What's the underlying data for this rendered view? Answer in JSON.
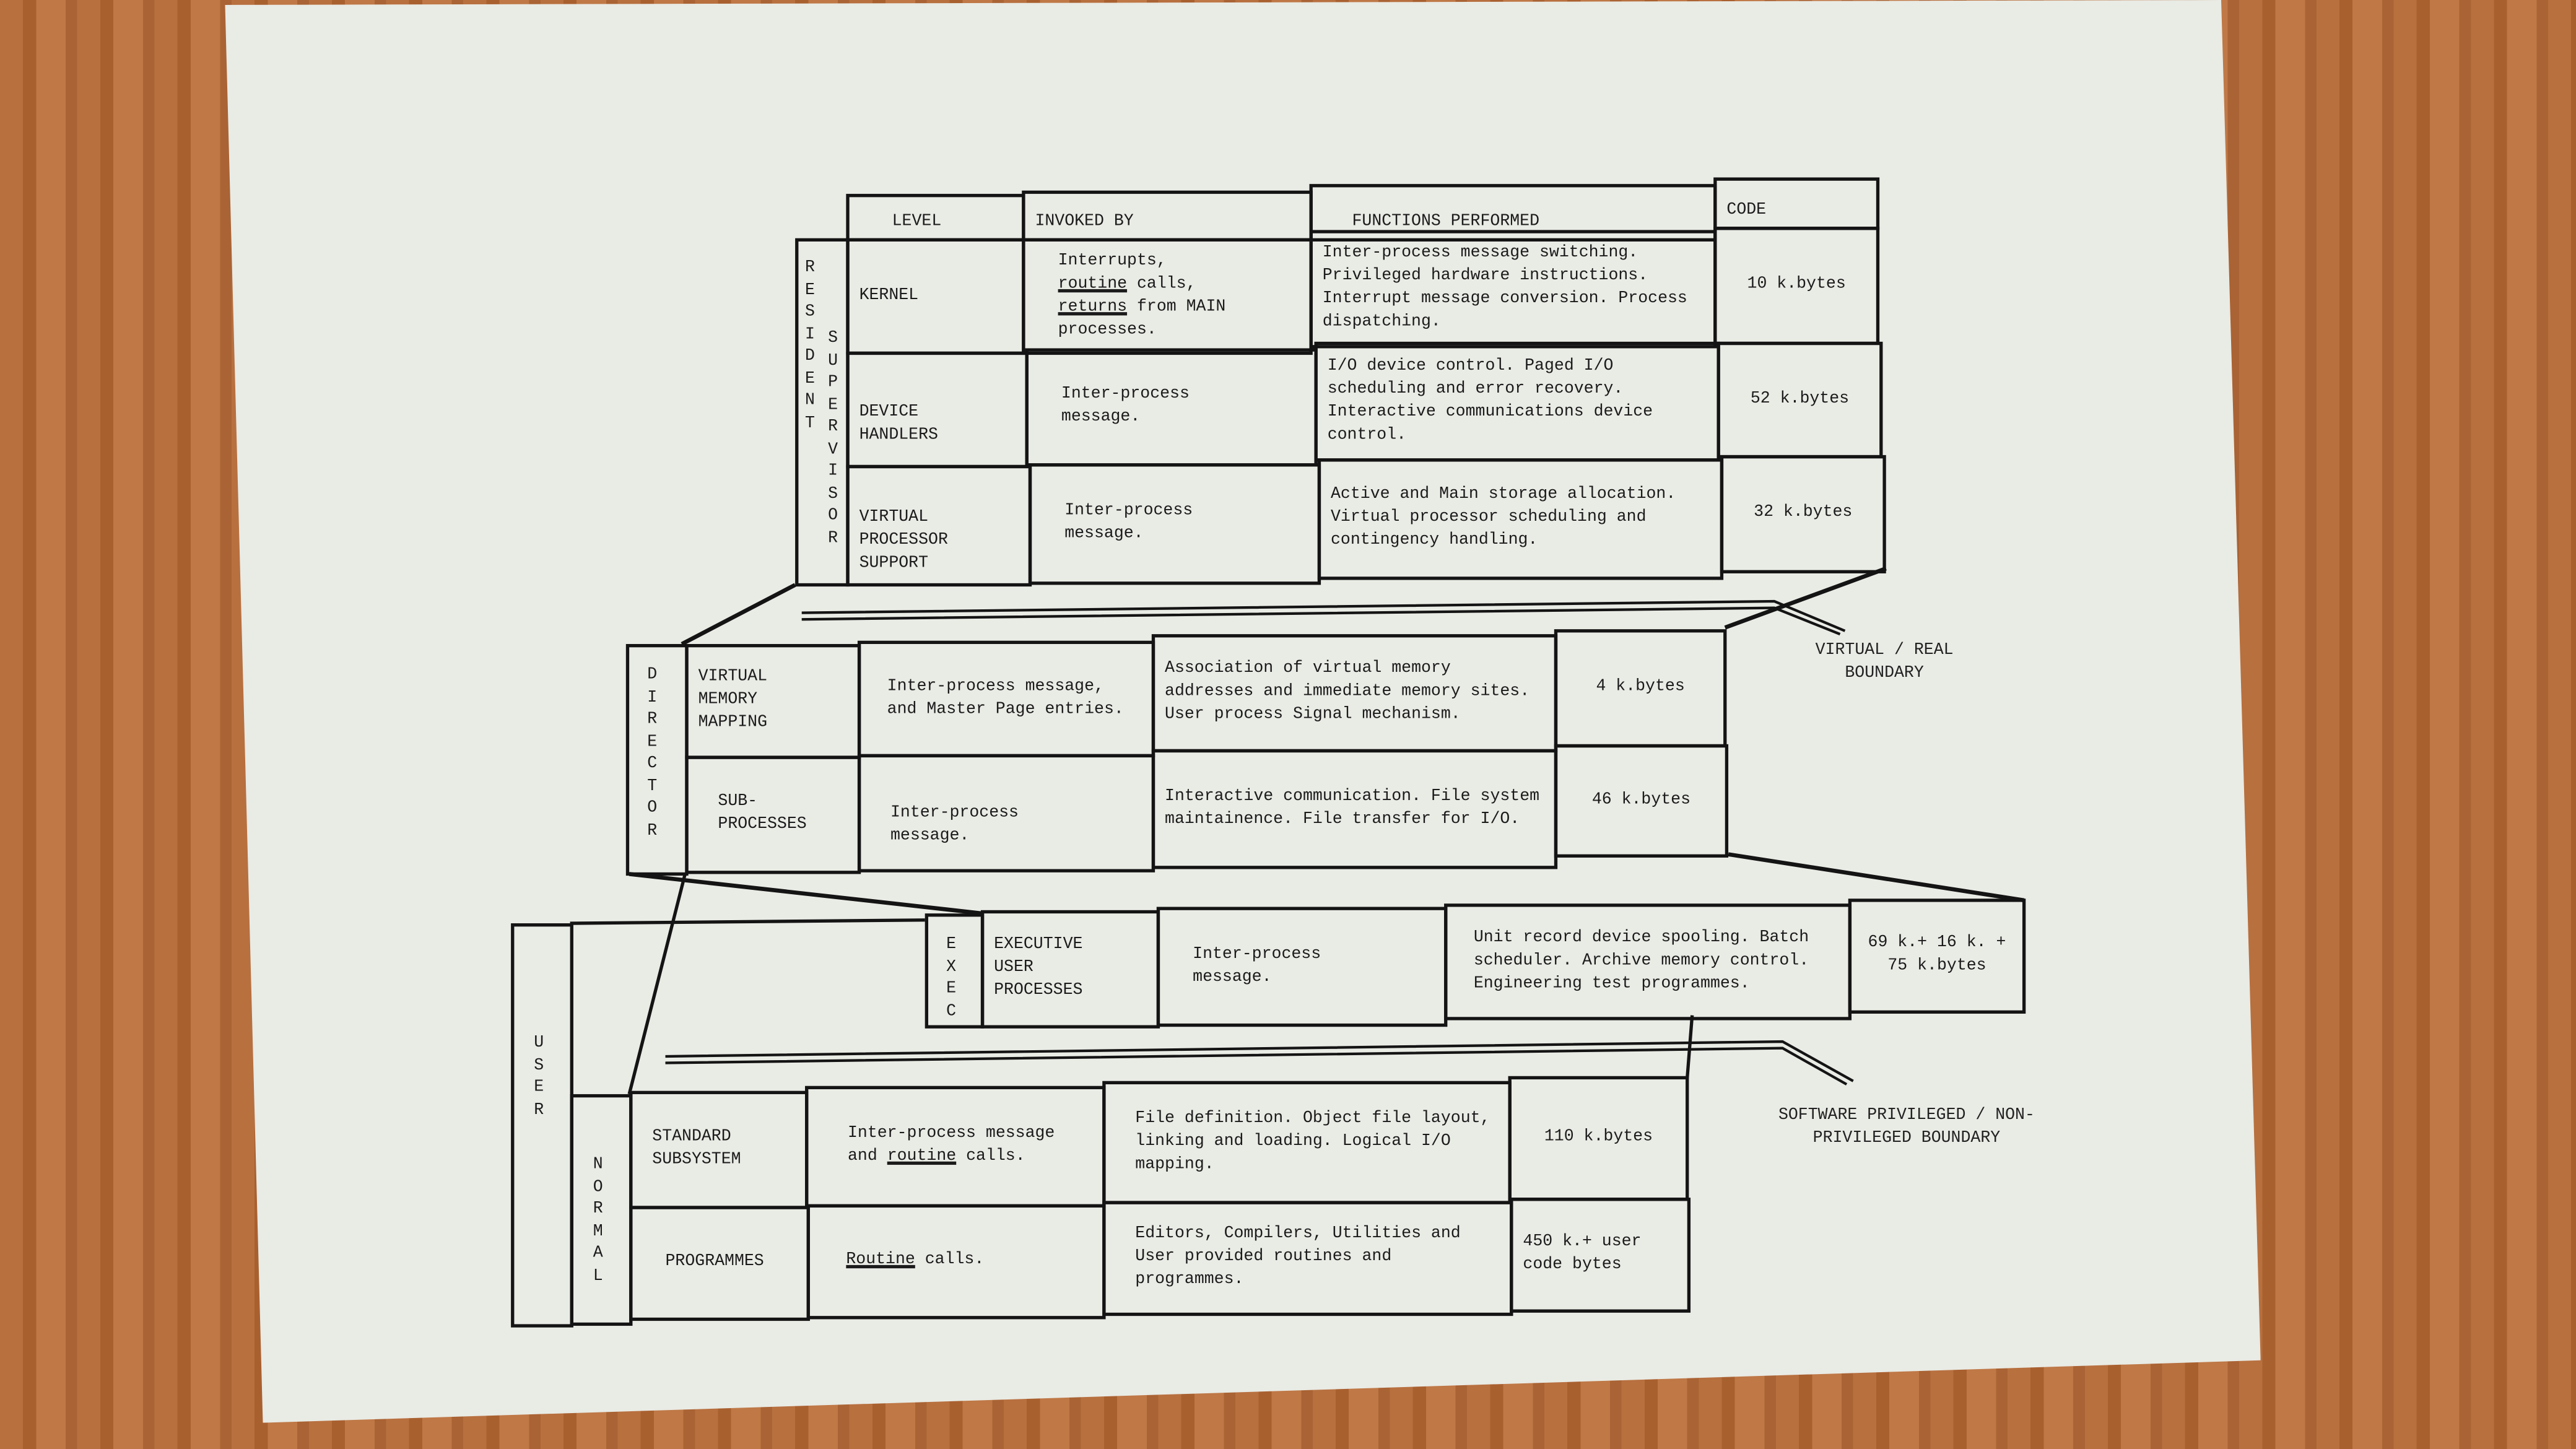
{
  "header": {
    "level": "LEVEL",
    "invoked_by": "INVOKED BY",
    "functions": "FUNCTIONS PERFORMED",
    "code": "CODE"
  },
  "resident_supervisor": {
    "label_outer": "RESIDENT",
    "label_inner": "SUPERVISOR",
    "rows": [
      {
        "level": "KERNEL",
        "invoked": {
          "p1": "Interrupts,",
          "u1": "routine",
          "p2": " calls,",
          "u2": "returns",
          "p3": " from MAIN processes."
        },
        "functions": "Inter-process message switching. Privileged hardware instructions. Interrupt message conversion. Process dispatching.",
        "code": "10 k.bytes"
      },
      {
        "level": "DEVICE HANDLERS",
        "invoked": "Inter-process message.",
        "functions": "I/O device control. Paged I/O scheduling and error recovery. Interactive communications device control.",
        "code": "52 k.bytes"
      },
      {
        "level": "VIRTUAL PROCESSOR SUPPORT",
        "invoked": "Inter-process message.",
        "functions": "Active and Main storage allocation. Virtual processor scheduling and contingency handling.",
        "code": "32 k.bytes"
      }
    ]
  },
  "director": {
    "label": "DIRECTOR",
    "rows": [
      {
        "level": "VIRTUAL MEMORY MAPPING",
        "invoked": "Inter-process message, and Master Page entries.",
        "functions": "Association of virtual memory addresses and immediate memory sites. User process Signal mechanism.",
        "code": "4 k.bytes"
      },
      {
        "level": "SUB-PROCESSES",
        "invoked": "Inter-process message.",
        "functions": "Interactive communication. File system maintainence. File transfer for I/O.",
        "code": "46 k.bytes"
      }
    ]
  },
  "exec": {
    "label": "EXEC",
    "level": "EXECUTIVE USER PROCESSES",
    "invoked": "Inter-process message.",
    "functions": "Unit record device spooling. Batch scheduler. Archive memory control. Engineering test programmes.",
    "code": "69 k.+ 16 k. + 75 k.bytes"
  },
  "user": {
    "label": "USER",
    "normal_label": "NORMAL",
    "rows": [
      {
        "level": "STANDARD SUBSYSTEM",
        "invoked": {
          "p1": "Inter-process message and ",
          "u1": "routine",
          "p2": " calls."
        },
        "functions": "File definition. Object file layout, linking and loading. Logical I/O mapping.",
        "code": "110 k.bytes"
      },
      {
        "level": "PROGRAMMES",
        "invoked": {
          "u1": "Routine",
          "p2": " calls."
        },
        "functions": "Editors, Compilers, Utilities and User provided routines and programmes.",
        "code": "450 k.+ user code bytes"
      }
    ]
  },
  "boundaries": {
    "virtual_real": "VIRTUAL / REAL BOUNDARY",
    "software": "SOFTWARE PRIVILEGED / NON-PRIVILEGED BOUNDARY"
  }
}
